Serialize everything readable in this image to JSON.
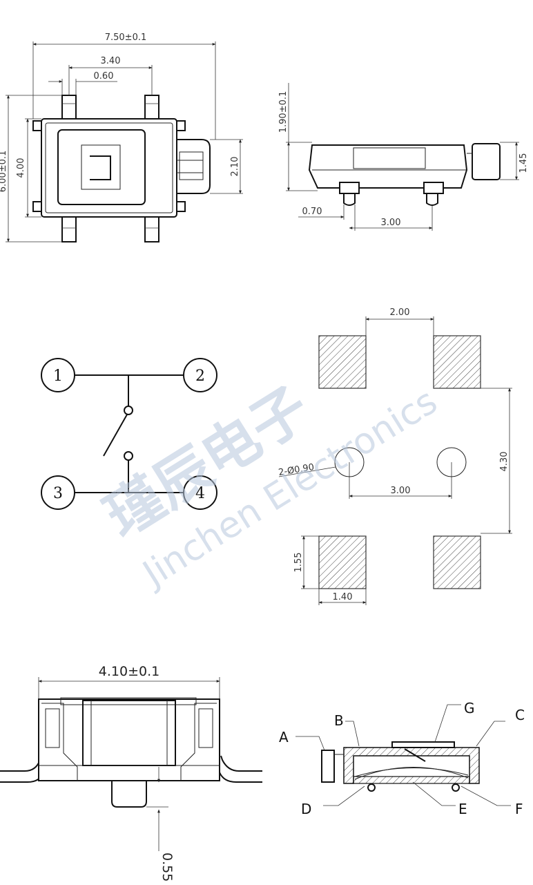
{
  "top_view": {
    "overall_width": "7.50±0.1",
    "pin_pitch": "3.40",
    "pin_width": "0.60",
    "overall_height": "6.00±0.1",
    "body_height": "4.00",
    "actuator_width": "2.10"
  },
  "side_view": {
    "height": "1.90±0.1",
    "actuator_height": "1.45",
    "post_offset": "0.70",
    "post_pitch": "3.00"
  },
  "schematic": {
    "nodes": [
      "1",
      "2",
      "3",
      "4"
    ]
  },
  "footprint": {
    "pad_spacing": "2.00",
    "pad_height": "1.55",
    "pad_width": "1.40",
    "hole_spec": "2-Ø0.90",
    "hole_pitch": "3.00",
    "overall_height": "4.30"
  },
  "front_view": {
    "width": "4.10±0.1",
    "post_height": "0.55"
  },
  "cross_section": {
    "labels": [
      "A",
      "B",
      "C",
      "D",
      "E",
      "F",
      "G"
    ]
  },
  "watermark": {
    "chinese": "瑾辰电子",
    "english": "Jinchen Electronics"
  }
}
